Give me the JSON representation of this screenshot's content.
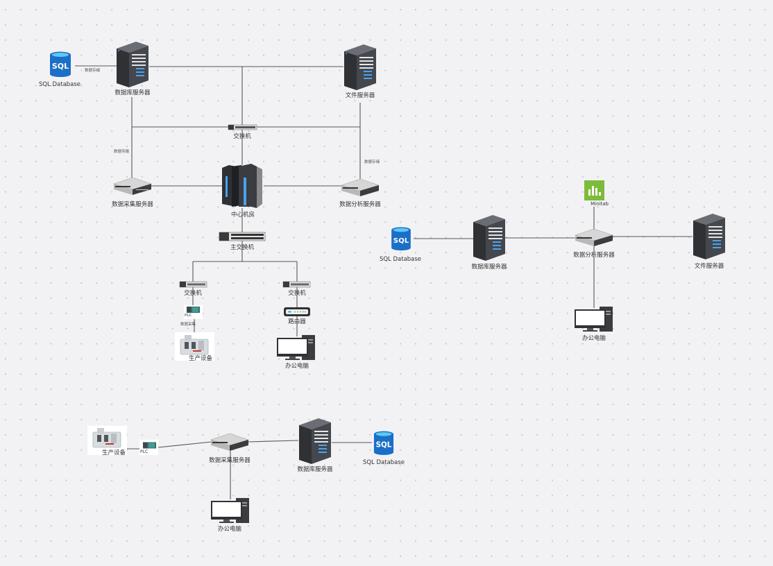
{
  "diagram": {
    "type": "network-topology",
    "top_cluster": {
      "sql_db": {
        "label": "SQL Database",
        "icon_text": "SQL"
      },
      "db_server": {
        "label": "数据库服务器"
      },
      "file_server": {
        "label": "文件服务器"
      },
      "switch_top": {
        "label": "交换机"
      },
      "collect_server": {
        "label": "数据采集服务器"
      },
      "center_room": {
        "label": "中心机房"
      },
      "analysis_server": {
        "label": "数据分析服务器"
      },
      "main_switch": {
        "label": "主交换机"
      },
      "switch_left": {
        "label": "交换机"
      },
      "switch_right": {
        "label": "交换机"
      },
      "plc": {
        "label": "PLC"
      },
      "production": {
        "label": "生产设备"
      },
      "router": {
        "label": "路由器"
      },
      "office_pc": {
        "label": "办公电脑"
      },
      "edge_labels": {
        "sql_to_db": "数据存储",
        "db_to_collect": "数据传输",
        "file_to_analysis": "数据存储",
        "plc_to_production": "数据采集"
      }
    },
    "right_cluster": {
      "sql_db": {
        "label": "SQL Database",
        "icon_text": "SQL"
      },
      "db_server": {
        "label": "数据库服务器"
      },
      "analysis_server": {
        "label": "数据分析服务器"
      },
      "minitab": {
        "label": "Minitab"
      },
      "file_server": {
        "label": "文件服务器"
      },
      "office_pc": {
        "label": "办公电脑"
      }
    },
    "bottom_cluster": {
      "production": {
        "label": "生产设备"
      },
      "plc": {
        "label": "PLC"
      },
      "collect_server": {
        "label": "数据采集服务器"
      },
      "db_server": {
        "label": "数据库服务器"
      },
      "sql_db": {
        "label": "SQL Database",
        "icon_text": "SQL"
      },
      "office_pc": {
        "label": "办公电脑"
      }
    }
  },
  "colors": {
    "background": "#f2f2f5",
    "line": "#555555",
    "sql_blue": "#1b6fc7",
    "sql_top": "#5ec8ef",
    "server_dark": "#3d3f44",
    "server_led": "#4aa3f0",
    "minitab_green": "#7dbb3a"
  }
}
